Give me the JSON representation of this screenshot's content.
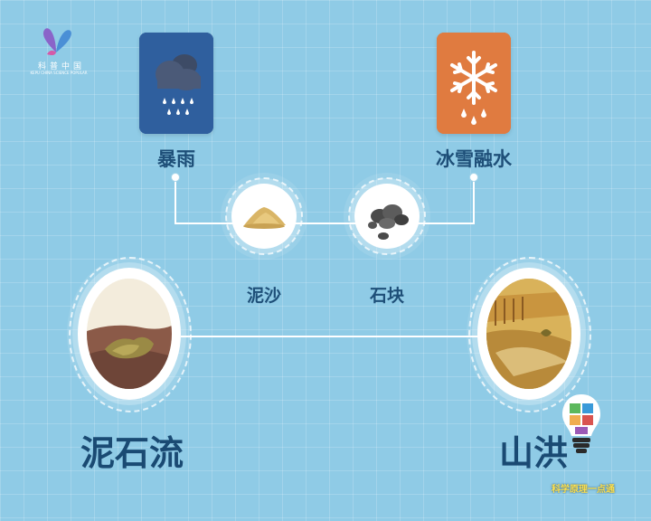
{
  "logo": {
    "text": "科普中国",
    "subtext": "KEPU CHINA SCIENCE POPULAR"
  },
  "sources": [
    {
      "label": "暴雨",
      "icon": "rain-cloud-icon",
      "color": "#2f5f9e"
    },
    {
      "label": "冰雪融水",
      "icon": "snowflake-icon",
      "color": "#e07b40"
    }
  ],
  "materials": [
    {
      "label": "泥沙",
      "icon": "sand-pile-icon"
    },
    {
      "label": "石块",
      "icon": "rocks-icon"
    }
  ],
  "disasters": [
    {
      "label": "泥石流",
      "icon": "mudslide-scene-icon"
    },
    {
      "label": "山洪",
      "icon": "flash-flood-scene-icon"
    }
  ],
  "watermark": "科学原理一点通"
}
